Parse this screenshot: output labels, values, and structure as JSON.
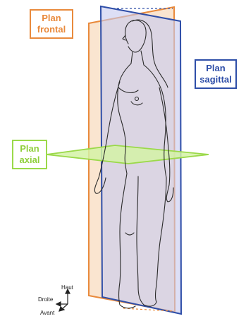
{
  "labels": {
    "frontal": [
      "Plan",
      "frontal"
    ],
    "sagittal": [
      "Plan",
      "sagittal"
    ],
    "axial": [
      "Plan",
      "axial"
    ]
  },
  "axes": {
    "up": "Haut",
    "right": "Droite",
    "front": "Avant"
  },
  "colors": {
    "frontal": "#e98a3c",
    "frontal_fill": "#f6cfa9",
    "sagittal": "#2e4ea8",
    "sagittal_fill": "#c7c9f0",
    "axial": "#9bd94a",
    "axial_fill": "#d4f2a6"
  }
}
